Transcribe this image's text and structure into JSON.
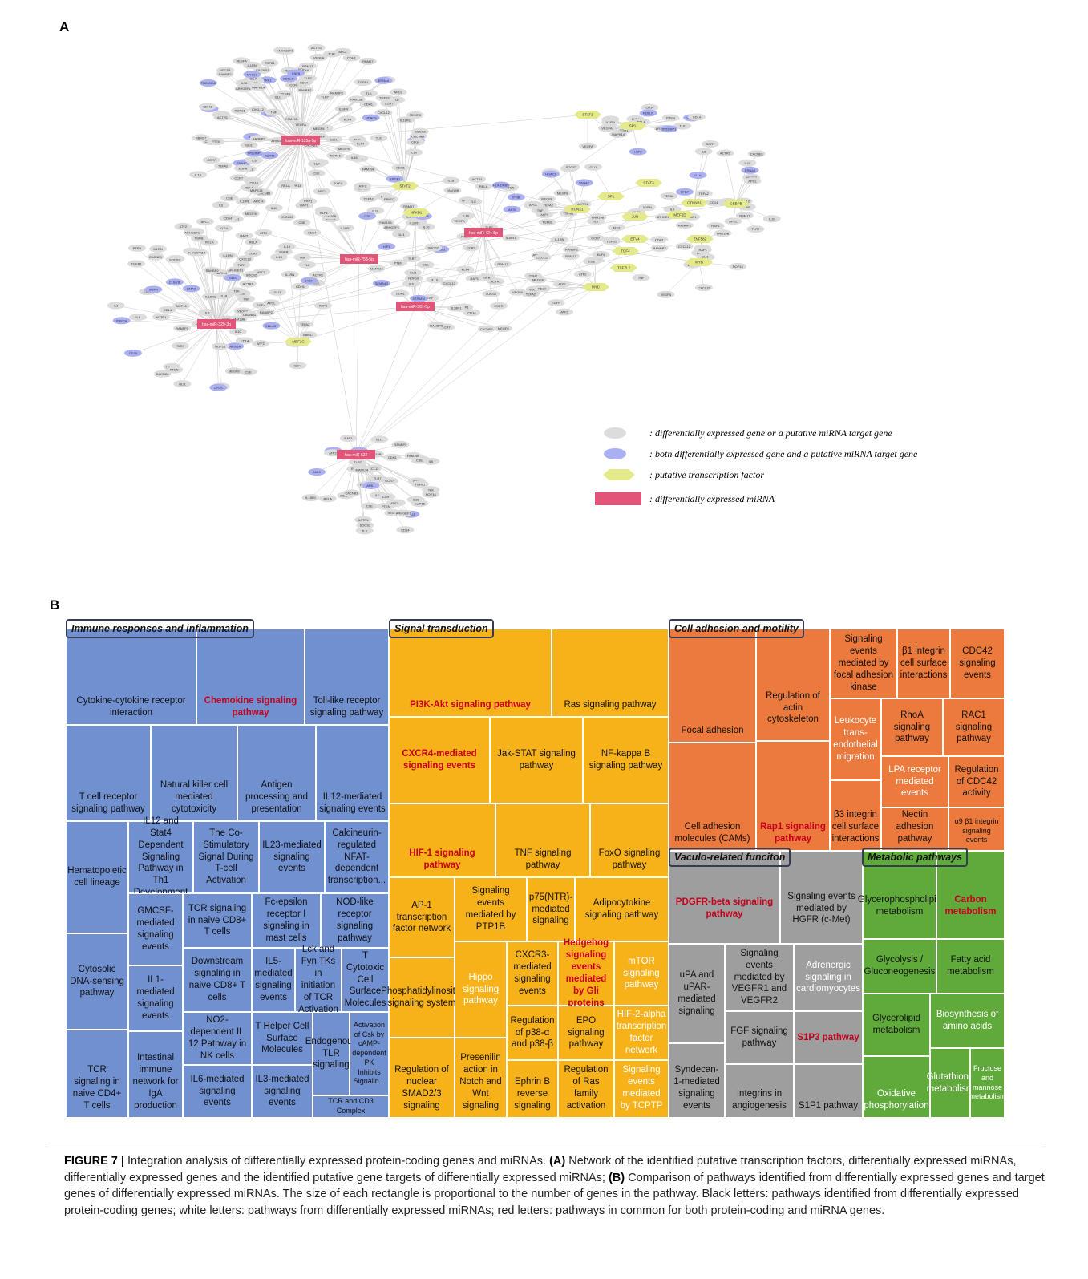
{
  "panels": {
    "a": "A",
    "b": "B"
  },
  "network": {
    "mirnas": [
      "hsa-miR-125a-5p",
      "hsa-miR-424-5p",
      "hsa-miR-758-5p",
      "hsa-miR-361-5p",
      "hsa-miR-329-3p",
      "hsa-miR-622"
    ],
    "tfs": [
      "STAT1",
      "SP1",
      "STAT2",
      "NFKB1",
      "STAT3",
      "SP1",
      "RUNX1",
      "CTNNB1",
      "CEBPB",
      "ZNF582",
      "ETV4",
      "TCF4",
      "TCF7L2",
      "MYB",
      "MYC",
      "MEF2C",
      "MEF2D",
      "JUN"
    ],
    "genes_sample": [
      "ARHGEF1",
      "RBM17",
      "TEFA2",
      "MEGF8",
      "NOP16",
      "CACNB1",
      "TLR7",
      "CSE",
      "FAM19B",
      "RAP1",
      "TLK",
      "IL1RN",
      "CCR7",
      "IL18",
      "APCL",
      "SOCS2",
      "RANBP2",
      "KLF4",
      "TNF",
      "CXCL12",
      "ACTR1",
      "GLI1",
      "EGFR",
      "IL6",
      "ATF2",
      "CD14",
      "VEGFA",
      "IL10",
      "IL18R1",
      "RELA",
      "MAPK14",
      "PTEN",
      "CDH1",
      "TGFB1"
    ],
    "blue_genes": [
      "JAK2",
      "C16orf8",
      "SEMA4B",
      "C2B",
      "DMA1",
      "KDELR",
      "MATK",
      "VEGFA",
      "PRKCA",
      "ARK1",
      "LY6H",
      "ATPAS",
      "ACAT2",
      "IFNB",
      "TP53INP1",
      "HIP1",
      "LNF8",
      "NGFR",
      "SNA4C",
      "DMA2",
      "EGR1",
      "MYH10",
      "ARHOA",
      "KRT40",
      "PTGS1",
      "TPBP",
      "CD70",
      "IL1A",
      "GLIS",
      "ARRDC4",
      "ALDOA",
      "HLA-DRB5",
      "TMEM116",
      "STRAP4",
      "ERNA4",
      "CYCS",
      "HDAC9",
      "C11orf57"
    ]
  },
  "legend": {
    "gray": ": differentially expressed gene or a putative miRNA target gene",
    "blue": ": both differentially expressed gene and a putative miRNA target gene",
    "yellow": ": putative transcription factor",
    "red": ": differentially expressed miRNA"
  },
  "colors": {
    "gene": "#dcdcdc",
    "both": "#aab0f2",
    "tf": "#e4ea8c",
    "mirna": "#e05578",
    "blue": "#7090d0",
    "orange": "#f7b21a",
    "red": "#ec7a3c",
    "gray": "#9e9e9e",
    "green": "#5faa3a"
  },
  "treemap": {
    "groups": {
      "immune": "Immune responses and inflammation",
      "signal": "Signal transduction",
      "adhesion": "Cell adhesion and motility",
      "vaculo": "Vaculo-related funciton",
      "metabolic": "Metabolic pathways"
    },
    "cells": {
      "c1": "Cytokine-cytokine receptor interaction",
      "c2": "Chemokine signaling pathway",
      "c3": "Toll-like receptor signaling pathway",
      "c4": "T cell receptor signaling pathway",
      "c5": "Natural killer cell mediated cytotoxicity",
      "c6": "Antigen processing and presentation",
      "c7": "IL12-mediated signaling events",
      "c8": "IL12 and Stat4 Dependent Signaling Pathway in Th1 Development",
      "c9": "The Co-Stimulatory Signal During T-cell Activation",
      "c10": "IL23-mediated signaling events",
      "c11": "Calcineurin-regulated NFAT-dependent transcription...",
      "c12": "Hematopoietic cell lineage",
      "c13": "GMCSF-mediated signaling events",
      "c14": "TCR signaling in naive CD8+ T cells",
      "c15": "Fc-epsilon receptor I signaling in mast cells",
      "c16": "NOD-like receptor signaling pathway",
      "c17": "Cytosolic DNA-sensing pathway",
      "c18": "IL1-mediated signaling events",
      "c19": "Downstream signaling in naive CD8+ T cells",
      "c20": "IL5-mediated signaling events",
      "c21": "Lck and Fyn TKs in initiation of TCR Activation",
      "c22": "T Cytotoxic Cell Surface Molecules",
      "c23": "TCR signaling in naive CD4+ T cells",
      "c24": "Intestinal immune network for IgA production",
      "c25": "NO2-dependent IL 12 Pathway in NK cells",
      "c26": "IL6-mediated signaling events",
      "c27": "T Helper Cell Surface Molecules",
      "c28": "IL3-mediated signaling events",
      "c29": "Endogenous TLR signaling",
      "c30": "Activation of Csk by cAMP-dependent PK Inhibits Signalin...",
      "c31": "TCR and CD3 Complex",
      "s1": "PI3K-Akt signaling pathway",
      "s2": "Ras signaling pathway",
      "s3": "CXCR4-mediated signaling events",
      "s4": "Jak-STAT signaling pathway",
      "s5": "NF-kappa B signaling pathway",
      "s6": "HIF-1 signaling pathway",
      "s7": "TNF signaling pathway",
      "s8": "FoxO signaling pathway",
      "s9": "AP-1 transcription factor network",
      "s10": "Signaling events mediated by PTP1B",
      "s11": "p75(NTR)-mediated signaling",
      "s12": "Adipocytokine signaling pathway",
      "s13": "Phosphatidylinositol signaling system",
      "s14": "Hippo signaling pathway",
      "s15": "CXCR3-mediated signaling events",
      "s16": "Hedgehog signaling events mediated by Gli proteins",
      "s17": "mTOR signaling pathway",
      "s18": "Regulation of p38-α and p38-β",
      "s19": "EPO signaling pathway",
      "s20": "HIF-2-alpha transcription factor network",
      "s21": "Regulation of nuclear SMAD2/3 signaling",
      "s22": "Presenilin action in Notch and Wnt signaling",
      "s23": "Ephrin B reverse signaling",
      "s24": "Regulation of Ras family activation",
      "s25": "Signaling events mediated by TCPTP",
      "a1": "Focal adhesion",
      "a2": "Regulation of actin cytoskeleton",
      "a3": "Signaling events mediated by focal adhesion kinase",
      "a4": "β1 integrin cell surface interactions",
      "a5": "CDC42 signaling events",
      "a6": "Leukocyte trans-endothelial migration",
      "a7": "RhoA signaling pathway",
      "a8": "RAC1 signaling pathway",
      "a9": "LPA receptor mediated events",
      "a10": "Regulation of CDC42 activity",
      "a11": "Cell adhesion molecules (CAMs)",
      "a12": "Rap1 signaling pathway",
      "a13": "β3 integrin cell surface interactions",
      "a14": "Nectin adhesion pathway",
      "a15": "α9 β1 integrin signaling events",
      "v1": "PDGFR-beta signaling pathway",
      "v2": "Signaling events mediated by HGFR (c-Met)",
      "v3": "uPA and uPAR-mediated signaling",
      "v4": "Signaling events mediated by VEGFR1 and VEGFR2",
      "v5": "Adrenergic signaling in cardiomyocytes",
      "v6": "FGF signaling pathway",
      "v7": "S1P3 pathway",
      "v8": "Syndecan-1-mediated signaling events",
      "v9": "Integrins in angiogenesis",
      "v10": "S1P1 pathway",
      "m1": "Glycerophospholipid metabolism",
      "m2": "Carbon metabolism",
      "m3": "Glycolysis / Gluconeogenesis",
      "m4": "Fatty acid metabolism",
      "m5": "Glycerolipid metabolism",
      "m6": "Biosynthesis of amino acids",
      "m7": "Oxidative phosphorylation",
      "m8": "Glutathione metabolism",
      "m9": "Fructose and mannose metabolism"
    }
  },
  "caption": {
    "label": "FIGURE 7 |",
    "intro": " Integration analysis of differentially expressed protein-coding genes and miRNAs. ",
    "a_label": "(A)",
    "a_text": " Network of the identified putative transcription factors, differentially expressed miRNAs, differentially expressed genes and the identified putative gene targets of differentially expressed miRNAs; ",
    "b_label": "(B)",
    "b_text": " Comparison of pathways identified from differentially expressed genes and target genes of differentially expressed miRNAs. The size of each rectangle is proportional to the number of genes in the pathway. Black letters: pathways identified from differentially expressed protein-coding genes; white letters: pathways from differentially expressed miRNAs; red letters: pathways in common for both protein-coding and miRNA genes."
  }
}
